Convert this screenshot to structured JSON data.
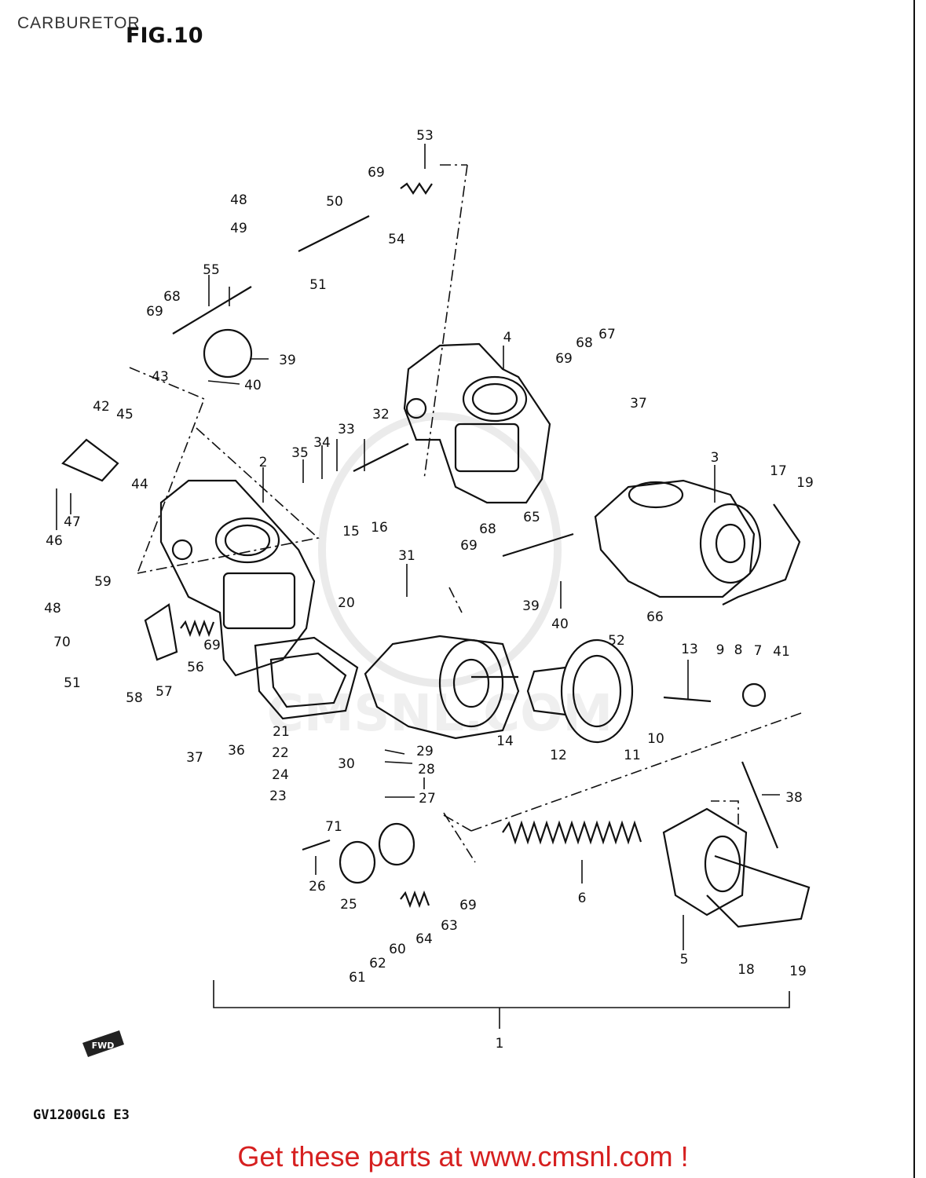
{
  "header": {
    "title": "CARBURETOR",
    "figure": "FIG.10"
  },
  "model_code": "GV1200GLG  E3",
  "fwd_label": "FWD",
  "footer": {
    "text": "Get these parts at www.cmsnl.com !",
    "color": "#d62020"
  },
  "watermark": "CMSNL.COM",
  "callouts": [
    "53",
    "69",
    "48",
    "50",
    "49",
    "54",
    "51",
    "55",
    "68",
    "69",
    "39",
    "40",
    "43",
    "42",
    "45",
    "44",
    "47",
    "46",
    "4",
    "69",
    "68",
    "67",
    "32",
    "33",
    "34",
    "35",
    "2",
    "37",
    "3",
    "17",
    "19",
    "15",
    "16",
    "31",
    "65",
    "68",
    "69",
    "39",
    "40",
    "59",
    "48",
    "70",
    "51",
    "58",
    "57",
    "56",
    "69",
    "20",
    "66",
    "52",
    "13",
    "9",
    "8",
    "7",
    "41",
    "21",
    "36",
    "37",
    "22",
    "24",
    "23",
    "30",
    "29",
    "28",
    "27",
    "71",
    "14",
    "12",
    "11",
    "10",
    "38",
    "26",
    "25",
    "6",
    "5",
    "18",
    "19",
    "69",
    "63",
    "64",
    "60",
    "62",
    "61",
    "1"
  ]
}
